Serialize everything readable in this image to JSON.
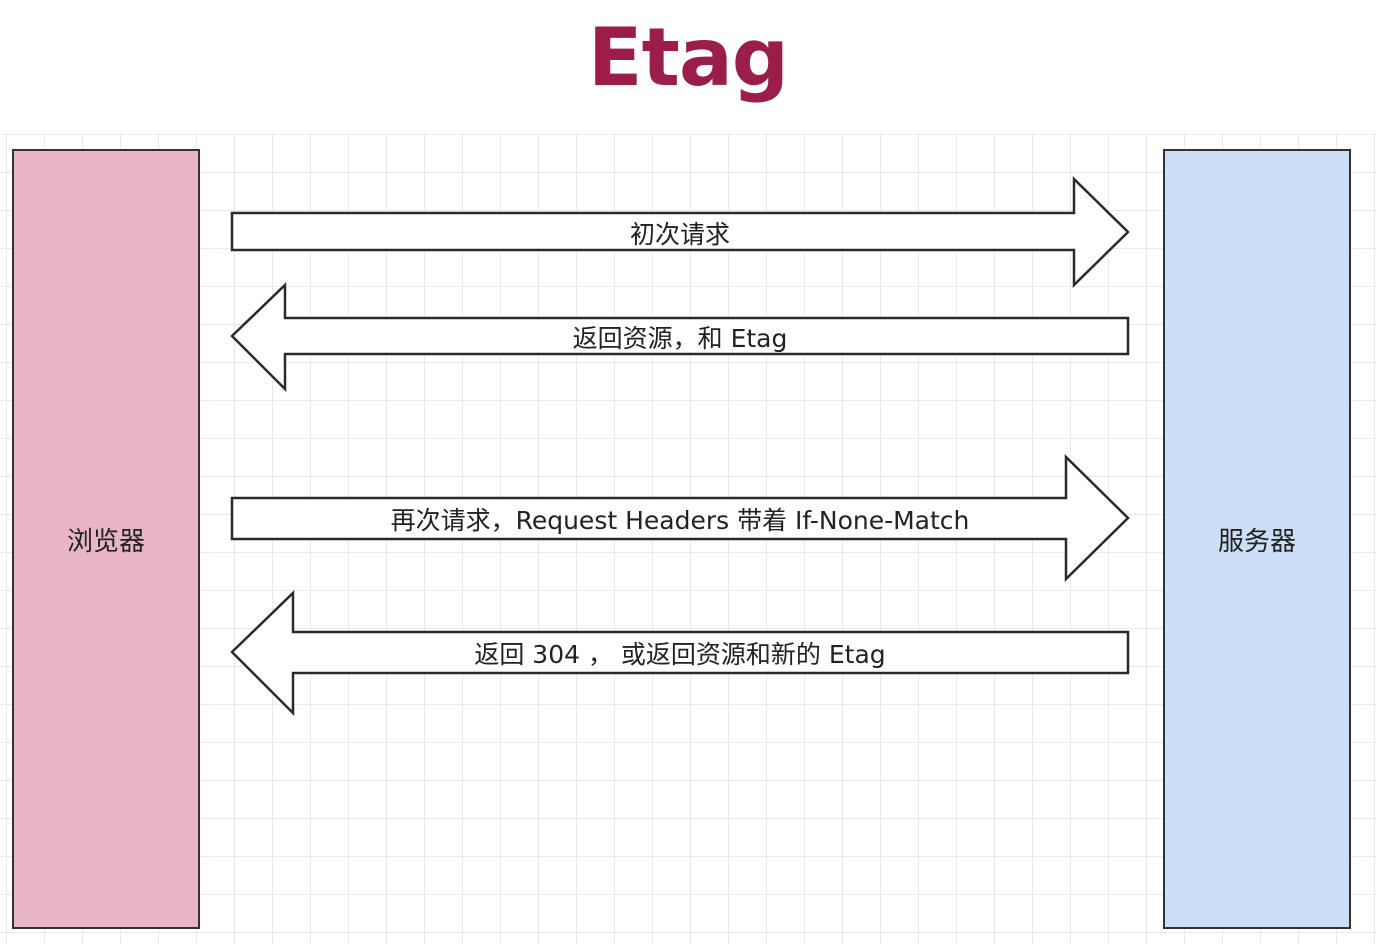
{
  "title": "Etag",
  "colors": {
    "title": "#9b1d4a",
    "browser_fill": "#e8b6c4",
    "server_fill": "#cddff7"
  },
  "actors": {
    "browser": "浏览器",
    "server": "服务器"
  },
  "messages": [
    {
      "label": "初次请求",
      "direction": "right"
    },
    {
      "label": "返回资源，和 Etag",
      "direction": "left"
    },
    {
      "label": "再次请求，Request Headers 带着 If-None-Match",
      "direction": "right"
    },
    {
      "label": "返回 304 ，  或返回资源和新的 Etag",
      "direction": "left"
    }
  ]
}
